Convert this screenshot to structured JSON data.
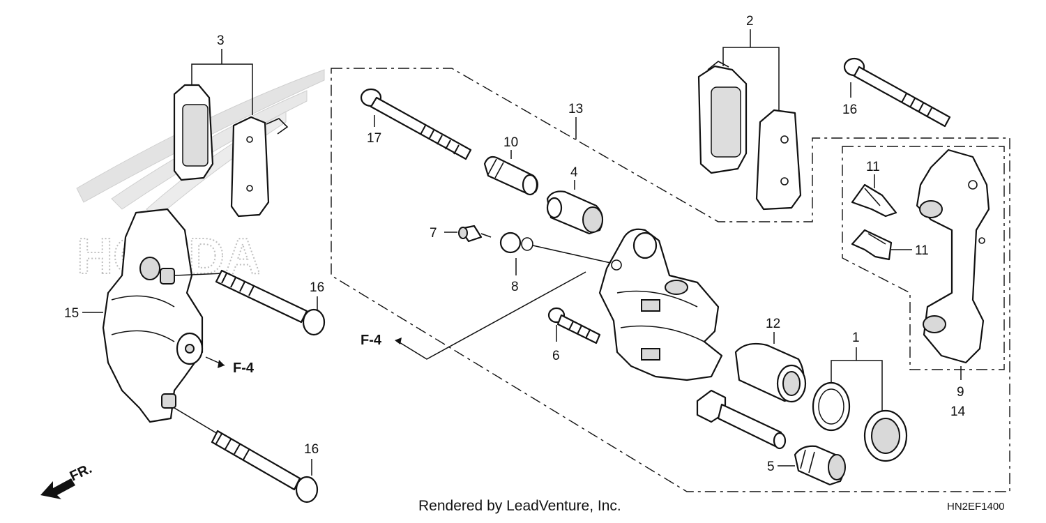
{
  "callouts": {
    "c1": "1",
    "c2": "2",
    "c3": "3",
    "c4": "4",
    "c5": "5",
    "c6": "6",
    "c7": "7",
    "c8": "8",
    "c9": "9",
    "c10": "10",
    "c11a": "11",
    "c11b": "11",
    "c12": "12",
    "c13": "13",
    "c14": "14",
    "c15": "15",
    "c16a": "16",
    "c16b": "16",
    "c16c": "16",
    "c17": "17"
  },
  "refs": {
    "f4_left": "F-4",
    "f4_right": "F-4"
  },
  "front_label": "FR.",
  "watermark": "HONDA",
  "footer": {
    "rendered_by": "Rendered by LeadVenture, Inc.",
    "diagram_code": "HN2EF1400"
  }
}
